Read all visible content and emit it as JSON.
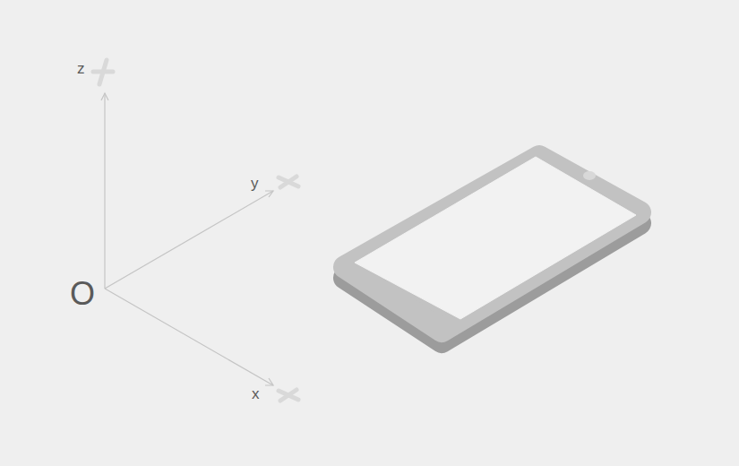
{
  "diagram": {
    "labels": [
      "z",
      "y",
      "O",
      "x"
    ]
  }
}
